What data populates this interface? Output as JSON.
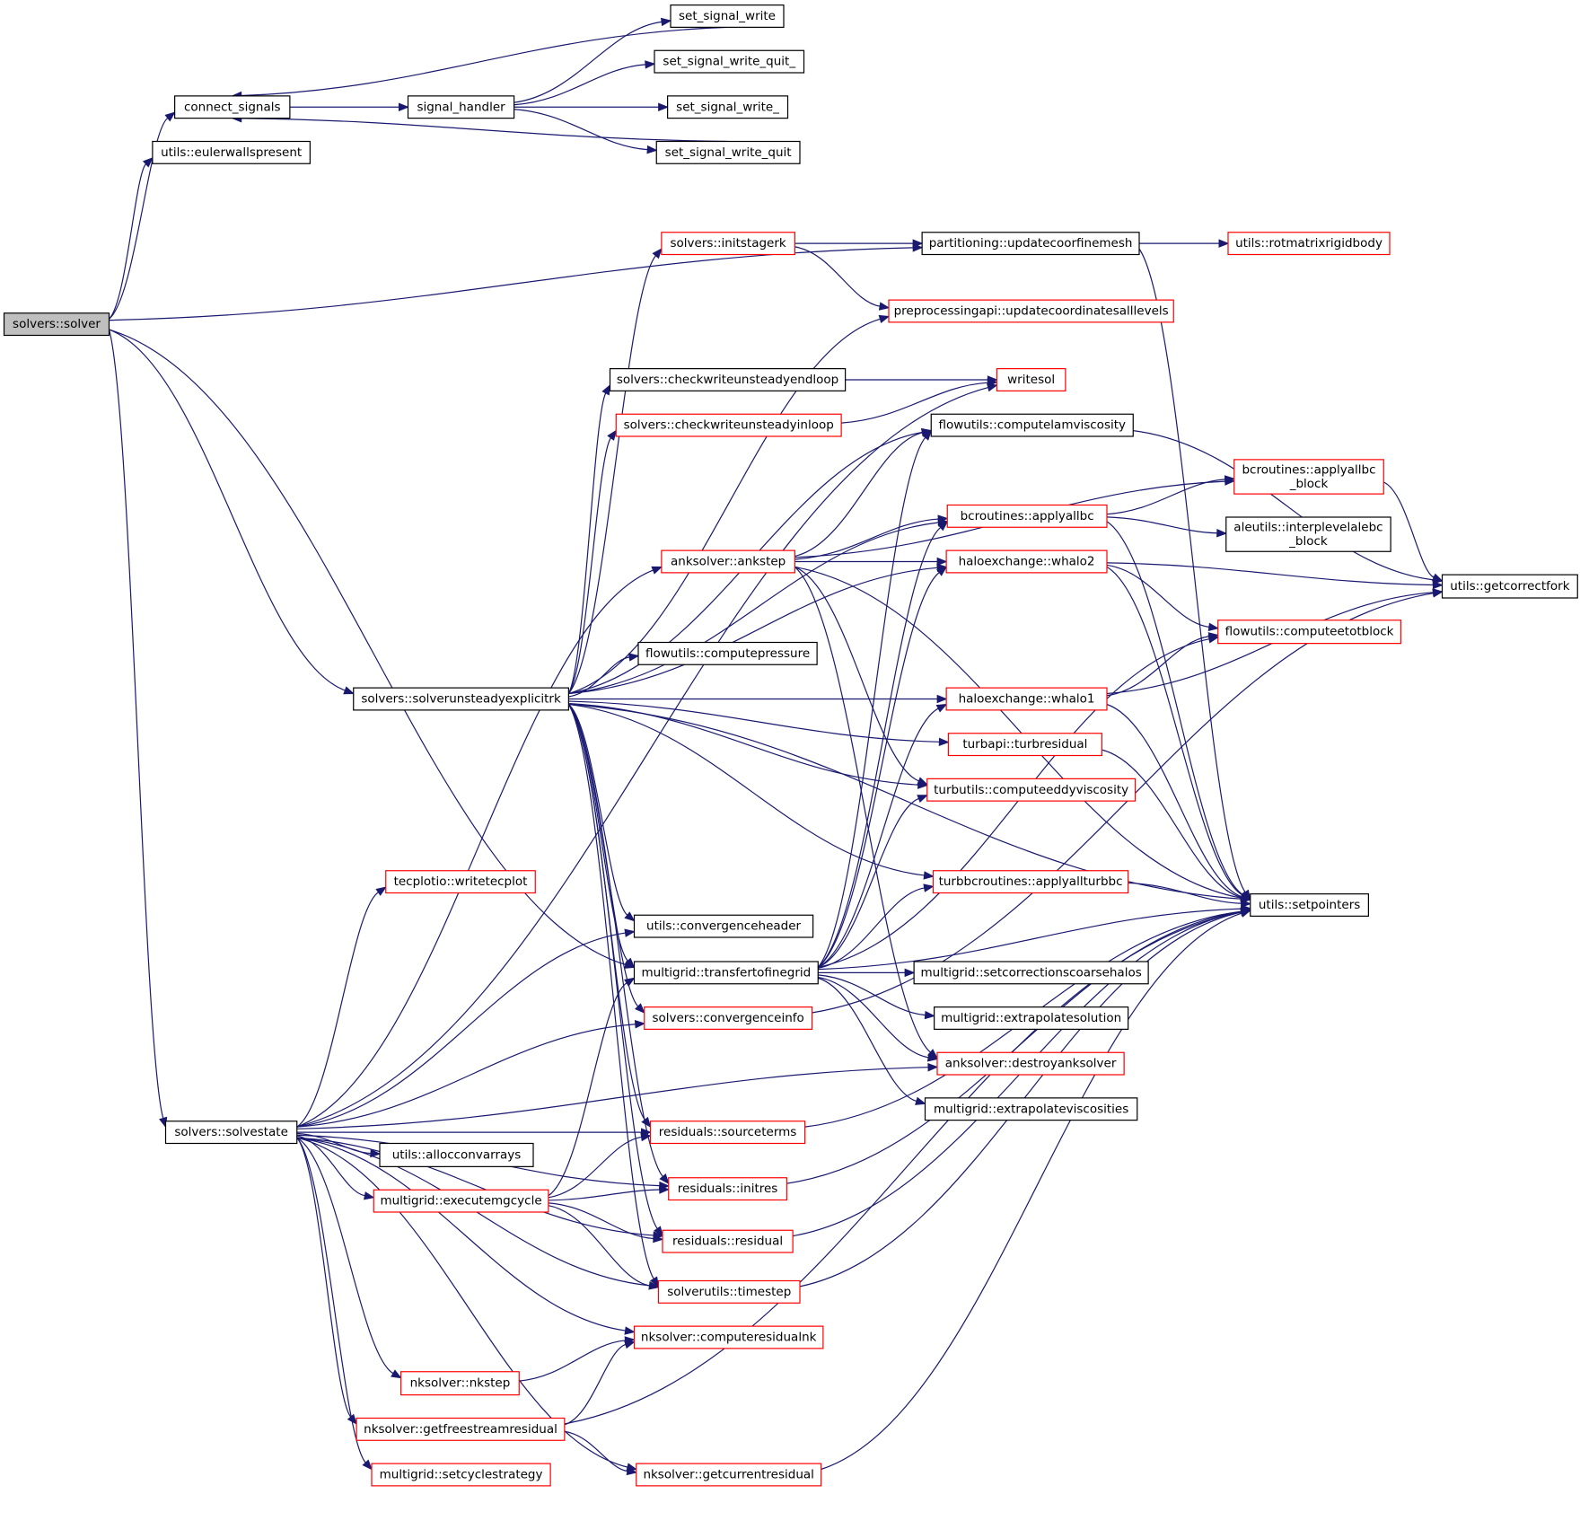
{
  "graph": {
    "title": "solvers::solver call graph",
    "colors": {
      "edge": "#191970",
      "default_border": "#000000",
      "truncated_border": "#ff0000",
      "root_fill": "#bfbfbf",
      "background": "#ffffff"
    },
    "nodes": [
      {
        "id": "solver",
        "label": "solvers::solver",
        "kind": "root"
      },
      {
        "id": "connect_signals",
        "label": "connect_signals",
        "kind": "normal"
      },
      {
        "id": "signal_handler",
        "label": "signal_handler",
        "kind": "normal"
      },
      {
        "id": "set_signal_write",
        "label": "set_signal_write",
        "kind": "normal"
      },
      {
        "id": "set_signal_write_quit_",
        "label": "set_signal_write_quit_",
        "kind": "normal"
      },
      {
        "id": "set_signal_write_",
        "label": "set_signal_write_",
        "kind": "normal"
      },
      {
        "id": "set_signal_write_quit",
        "label": "set_signal_write_quit",
        "kind": "normal"
      },
      {
        "id": "eulerwallspresent",
        "label": "utils::eulerwallspresent",
        "kind": "normal"
      },
      {
        "id": "initstagerk",
        "label": "solvers::initstagerk",
        "kind": "truncated"
      },
      {
        "id": "updatecoorfinemesh",
        "label": "partitioning::updatecoorfinemesh",
        "kind": "normal"
      },
      {
        "id": "rotmatrixrigidbody",
        "label": "utils::rotmatrixrigidbody",
        "kind": "truncated"
      },
      {
        "id": "updatecoordinatesalllevels",
        "label": "preprocessingapi::updatecoordinatesalllevels",
        "kind": "truncated"
      },
      {
        "id": "writesol",
        "label": "writesol",
        "kind": "truncated"
      },
      {
        "id": "checkwriteunsteadyendloop",
        "label": "solvers::checkwriteunsteadyendloop",
        "kind": "normal"
      },
      {
        "id": "checkwriteunsteadyinloop",
        "label": "solvers::checkwriteunsteadyinloop",
        "kind": "truncated"
      },
      {
        "id": "computelamviscosity",
        "label": "flowutils::computelamviscosity",
        "kind": "normal"
      },
      {
        "id": "applyallbc_block",
        "label": "bcroutines::applyallbc\n_block",
        "kind": "truncated"
      },
      {
        "id": "applyallbc",
        "label": "bcroutines::applyallbc",
        "kind": "truncated"
      },
      {
        "id": "interplevelalebc_block",
        "label": "aleutils::interplevelalebc\n_block",
        "kind": "normal"
      },
      {
        "id": "ankstep",
        "label": "anksolver::ankstep",
        "kind": "truncated"
      },
      {
        "id": "whalo2",
        "label": "haloexchange::whalo2",
        "kind": "truncated"
      },
      {
        "id": "getcorrectfork",
        "label": "utils::getcorrectfork",
        "kind": "normal"
      },
      {
        "id": "computeetotblock",
        "label": "flowutils::computeetotblock",
        "kind": "truncated"
      },
      {
        "id": "computepressure",
        "label": "flowutils::computepressure",
        "kind": "normal"
      },
      {
        "id": "solverunsteadyexplicitrk",
        "label": "solvers::solverunsteadyexplicitrk",
        "kind": "normal"
      },
      {
        "id": "whalo1",
        "label": "haloexchange::whalo1",
        "kind": "truncated"
      },
      {
        "id": "turbresidual",
        "label": "turbapi::turbresidual",
        "kind": "truncated"
      },
      {
        "id": "computeeddyviscosity",
        "label": "turbutils::computeeddyviscosity",
        "kind": "truncated"
      },
      {
        "id": "writetecplot",
        "label": "tecplotio::writetecplot",
        "kind": "truncated"
      },
      {
        "id": "applyallturbbc",
        "label": "turbbcroutines::applyallturbbc",
        "kind": "truncated"
      },
      {
        "id": "setpointers",
        "label": "utils::setpointers",
        "kind": "normal"
      },
      {
        "id": "convergenceheader",
        "label": "utils::convergenceheader",
        "kind": "normal"
      },
      {
        "id": "transfertofinegrid",
        "label": "multigrid::transfertofinegrid",
        "kind": "normal"
      },
      {
        "id": "setcorrectionscoarsehalos",
        "label": "multigrid::setcorrectionscoarsehalos",
        "kind": "normal"
      },
      {
        "id": "convergenceinfo",
        "label": "solvers::convergenceinfo",
        "kind": "truncated"
      },
      {
        "id": "extrapolatesolution",
        "label": "multigrid::extrapolatesolution",
        "kind": "normal"
      },
      {
        "id": "destroyanksolver",
        "label": "anksolver::destroyanksolver",
        "kind": "truncated"
      },
      {
        "id": "extrapolateviscosities",
        "label": "multigrid::extrapolateviscosities",
        "kind": "normal"
      },
      {
        "id": "solvestate",
        "label": "solvers::solvestate",
        "kind": "normal"
      },
      {
        "id": "sourceterms",
        "label": "residuals::sourceterms",
        "kind": "truncated"
      },
      {
        "id": "allocconvarrays",
        "label": "utils::allocconvarrays",
        "kind": "normal"
      },
      {
        "id": "executemgcycle",
        "label": "multigrid::executemgcycle",
        "kind": "truncated"
      },
      {
        "id": "initres",
        "label": "residuals::initres",
        "kind": "truncated"
      },
      {
        "id": "residual",
        "label": "residuals::residual",
        "kind": "truncated"
      },
      {
        "id": "timestep",
        "label": "solverutils::timestep",
        "kind": "truncated"
      },
      {
        "id": "computeresidualnk",
        "label": "nksolver::computeresidualnk",
        "kind": "truncated"
      },
      {
        "id": "nkstep",
        "label": "nksolver::nkstep",
        "kind": "truncated"
      },
      {
        "id": "getfreestreamresidual",
        "label": "nksolver::getfreestreamresidual",
        "kind": "truncated"
      },
      {
        "id": "setcyclestrategy",
        "label": "multigrid::setcyclestrategy",
        "kind": "truncated"
      },
      {
        "id": "getcurrentresidual",
        "label": "nksolver::getcurrentresidual",
        "kind": "truncated"
      }
    ],
    "edges": [
      [
        "solver",
        "connect_signals"
      ],
      [
        "solver",
        "eulerwallspresent"
      ],
      [
        "solver",
        "updatecoorfinemesh"
      ],
      [
        "solver",
        "solverunsteadyexplicitrk"
      ],
      [
        "solver",
        "transfertofinegrid"
      ],
      [
        "solver",
        "solvestate"
      ],
      [
        "connect_signals",
        "signal_handler"
      ],
      [
        "signal_handler",
        "set_signal_write"
      ],
      [
        "signal_handler",
        "set_signal_write_quit_"
      ],
      [
        "signal_handler",
        "set_signal_write_"
      ],
      [
        "signal_handler",
        "set_signal_write_quit"
      ],
      [
        "set_signal_write",
        "connect_signals"
      ],
      [
        "set_signal_write_quit",
        "connect_signals"
      ],
      [
        "initstagerk",
        "updatecoorfinemesh"
      ],
      [
        "initstagerk",
        "updatecoordinatesalllevels"
      ],
      [
        "updatecoorfinemesh",
        "rotmatrixrigidbody"
      ],
      [
        "updatecoorfinemesh",
        "setpointers"
      ],
      [
        "checkwriteunsteadyendloop",
        "writesol"
      ],
      [
        "checkwriteunsteadyinloop",
        "writesol"
      ],
      [
        "computelamviscosity",
        "getcorrectfork"
      ],
      [
        "applyallbc",
        "applyallbc_block"
      ],
      [
        "applyallbc",
        "interplevelalebc_block"
      ],
      [
        "applyallbc",
        "setpointers"
      ],
      [
        "applyallbc_block",
        "getcorrectfork"
      ],
      [
        "ankstep",
        "computelamviscosity"
      ],
      [
        "ankstep",
        "applyallbc_block"
      ],
      [
        "ankstep",
        "applyallbc"
      ],
      [
        "ankstep",
        "whalo2"
      ],
      [
        "ankstep",
        "setpointers"
      ],
      [
        "ankstep",
        "computeeddyviscosity"
      ],
      [
        "ankstep",
        "destroyanksolver"
      ],
      [
        "whalo2",
        "getcorrectfork"
      ],
      [
        "whalo2",
        "computeetotblock"
      ],
      [
        "whalo2",
        "setpointers"
      ],
      [
        "whalo1",
        "computeetotblock"
      ],
      [
        "whalo1",
        "getcorrectfork"
      ],
      [
        "whalo1",
        "setpointers"
      ],
      [
        "turbresidual",
        "setpointers"
      ],
      [
        "applyallturbbc",
        "setpointers"
      ],
      [
        "solverunsteadyexplicitrk",
        "initstagerk"
      ],
      [
        "solverunsteadyexplicitrk",
        "updatecoordinatesalllevels"
      ],
      [
        "solverunsteadyexplicitrk",
        "checkwriteunsteadyendloop"
      ],
      [
        "solverunsteadyexplicitrk",
        "checkwriteunsteadyinloop"
      ],
      [
        "solverunsteadyexplicitrk",
        "computelamviscosity"
      ],
      [
        "solverunsteadyexplicitrk",
        "applyallbc"
      ],
      [
        "solverunsteadyexplicitrk",
        "whalo2"
      ],
      [
        "solverunsteadyexplicitrk",
        "computepressure"
      ],
      [
        "solverunsteadyexplicitrk",
        "whalo1"
      ],
      [
        "solverunsteadyexplicitrk",
        "turbresidual"
      ],
      [
        "solverunsteadyexplicitrk",
        "computeeddyviscosity"
      ],
      [
        "solverunsteadyexplicitrk",
        "setpointers"
      ],
      [
        "solverunsteadyexplicitrk",
        "applyallturbbc"
      ],
      [
        "solverunsteadyexplicitrk",
        "convergenceheader"
      ],
      [
        "solverunsteadyexplicitrk",
        "transfertofinegrid"
      ],
      [
        "solverunsteadyexplicitrk",
        "convergenceinfo"
      ],
      [
        "solverunsteadyexplicitrk",
        "sourceterms"
      ],
      [
        "solverunsteadyexplicitrk",
        "initres"
      ],
      [
        "solverunsteadyexplicitrk",
        "residual"
      ],
      [
        "solverunsteadyexplicitrk",
        "timestep"
      ],
      [
        "transfertofinegrid",
        "computelamviscosity"
      ],
      [
        "transfertofinegrid",
        "applyallbc"
      ],
      [
        "transfertofinegrid",
        "whalo2"
      ],
      [
        "transfertofinegrid",
        "computeetotblock"
      ],
      [
        "transfertofinegrid",
        "whalo1"
      ],
      [
        "transfertofinegrid",
        "computeeddyviscosity"
      ],
      [
        "transfertofinegrid",
        "applyallturbbc"
      ],
      [
        "transfertofinegrid",
        "setpointers"
      ],
      [
        "transfertofinegrid",
        "setcorrectionscoarsehalos"
      ],
      [
        "transfertofinegrid",
        "extrapolatesolution"
      ],
      [
        "transfertofinegrid",
        "destroyanksolver"
      ],
      [
        "transfertofinegrid",
        "extrapolateviscosities"
      ],
      [
        "convergenceinfo",
        "getcorrectfork"
      ],
      [
        "solvestate",
        "writesol"
      ],
      [
        "solvestate",
        "ankstep"
      ],
      [
        "solvestate",
        "writetecplot"
      ],
      [
        "solvestate",
        "convergenceheader"
      ],
      [
        "solvestate",
        "convergenceinfo"
      ],
      [
        "solvestate",
        "destroyanksolver"
      ],
      [
        "solvestate",
        "sourceterms"
      ],
      [
        "solvestate",
        "allocconvarrays"
      ],
      [
        "solvestate",
        "executemgcycle"
      ],
      [
        "solvestate",
        "initres"
      ],
      [
        "solvestate",
        "residual"
      ],
      [
        "solvestate",
        "timestep"
      ],
      [
        "solvestate",
        "computeresidualnk"
      ],
      [
        "solvestate",
        "nkstep"
      ],
      [
        "solvestate",
        "getfreestreamresidual"
      ],
      [
        "solvestate",
        "setcyclestrategy"
      ],
      [
        "solvestate",
        "getcurrentresidual"
      ],
      [
        "executemgcycle",
        "sourceterms"
      ],
      [
        "executemgcycle",
        "initres"
      ],
      [
        "executemgcycle",
        "residual"
      ],
      [
        "executemgcycle",
        "timestep"
      ],
      [
        "executemgcycle",
        "transfertofinegrid"
      ],
      [
        "sourceterms",
        "setpointers"
      ],
      [
        "initres",
        "setpointers"
      ],
      [
        "residual",
        "setpointers"
      ],
      [
        "timestep",
        "setpointers"
      ],
      [
        "nkstep",
        "computeresidualnk"
      ],
      [
        "getfreestreamresidual",
        "computeresidualnk"
      ],
      [
        "getfreestreamresidual",
        "getcurrentresidual"
      ],
      [
        "getfreestreamresidual",
        "setpointers"
      ],
      [
        "getcurrentresidual",
        "setpointers"
      ]
    ]
  }
}
